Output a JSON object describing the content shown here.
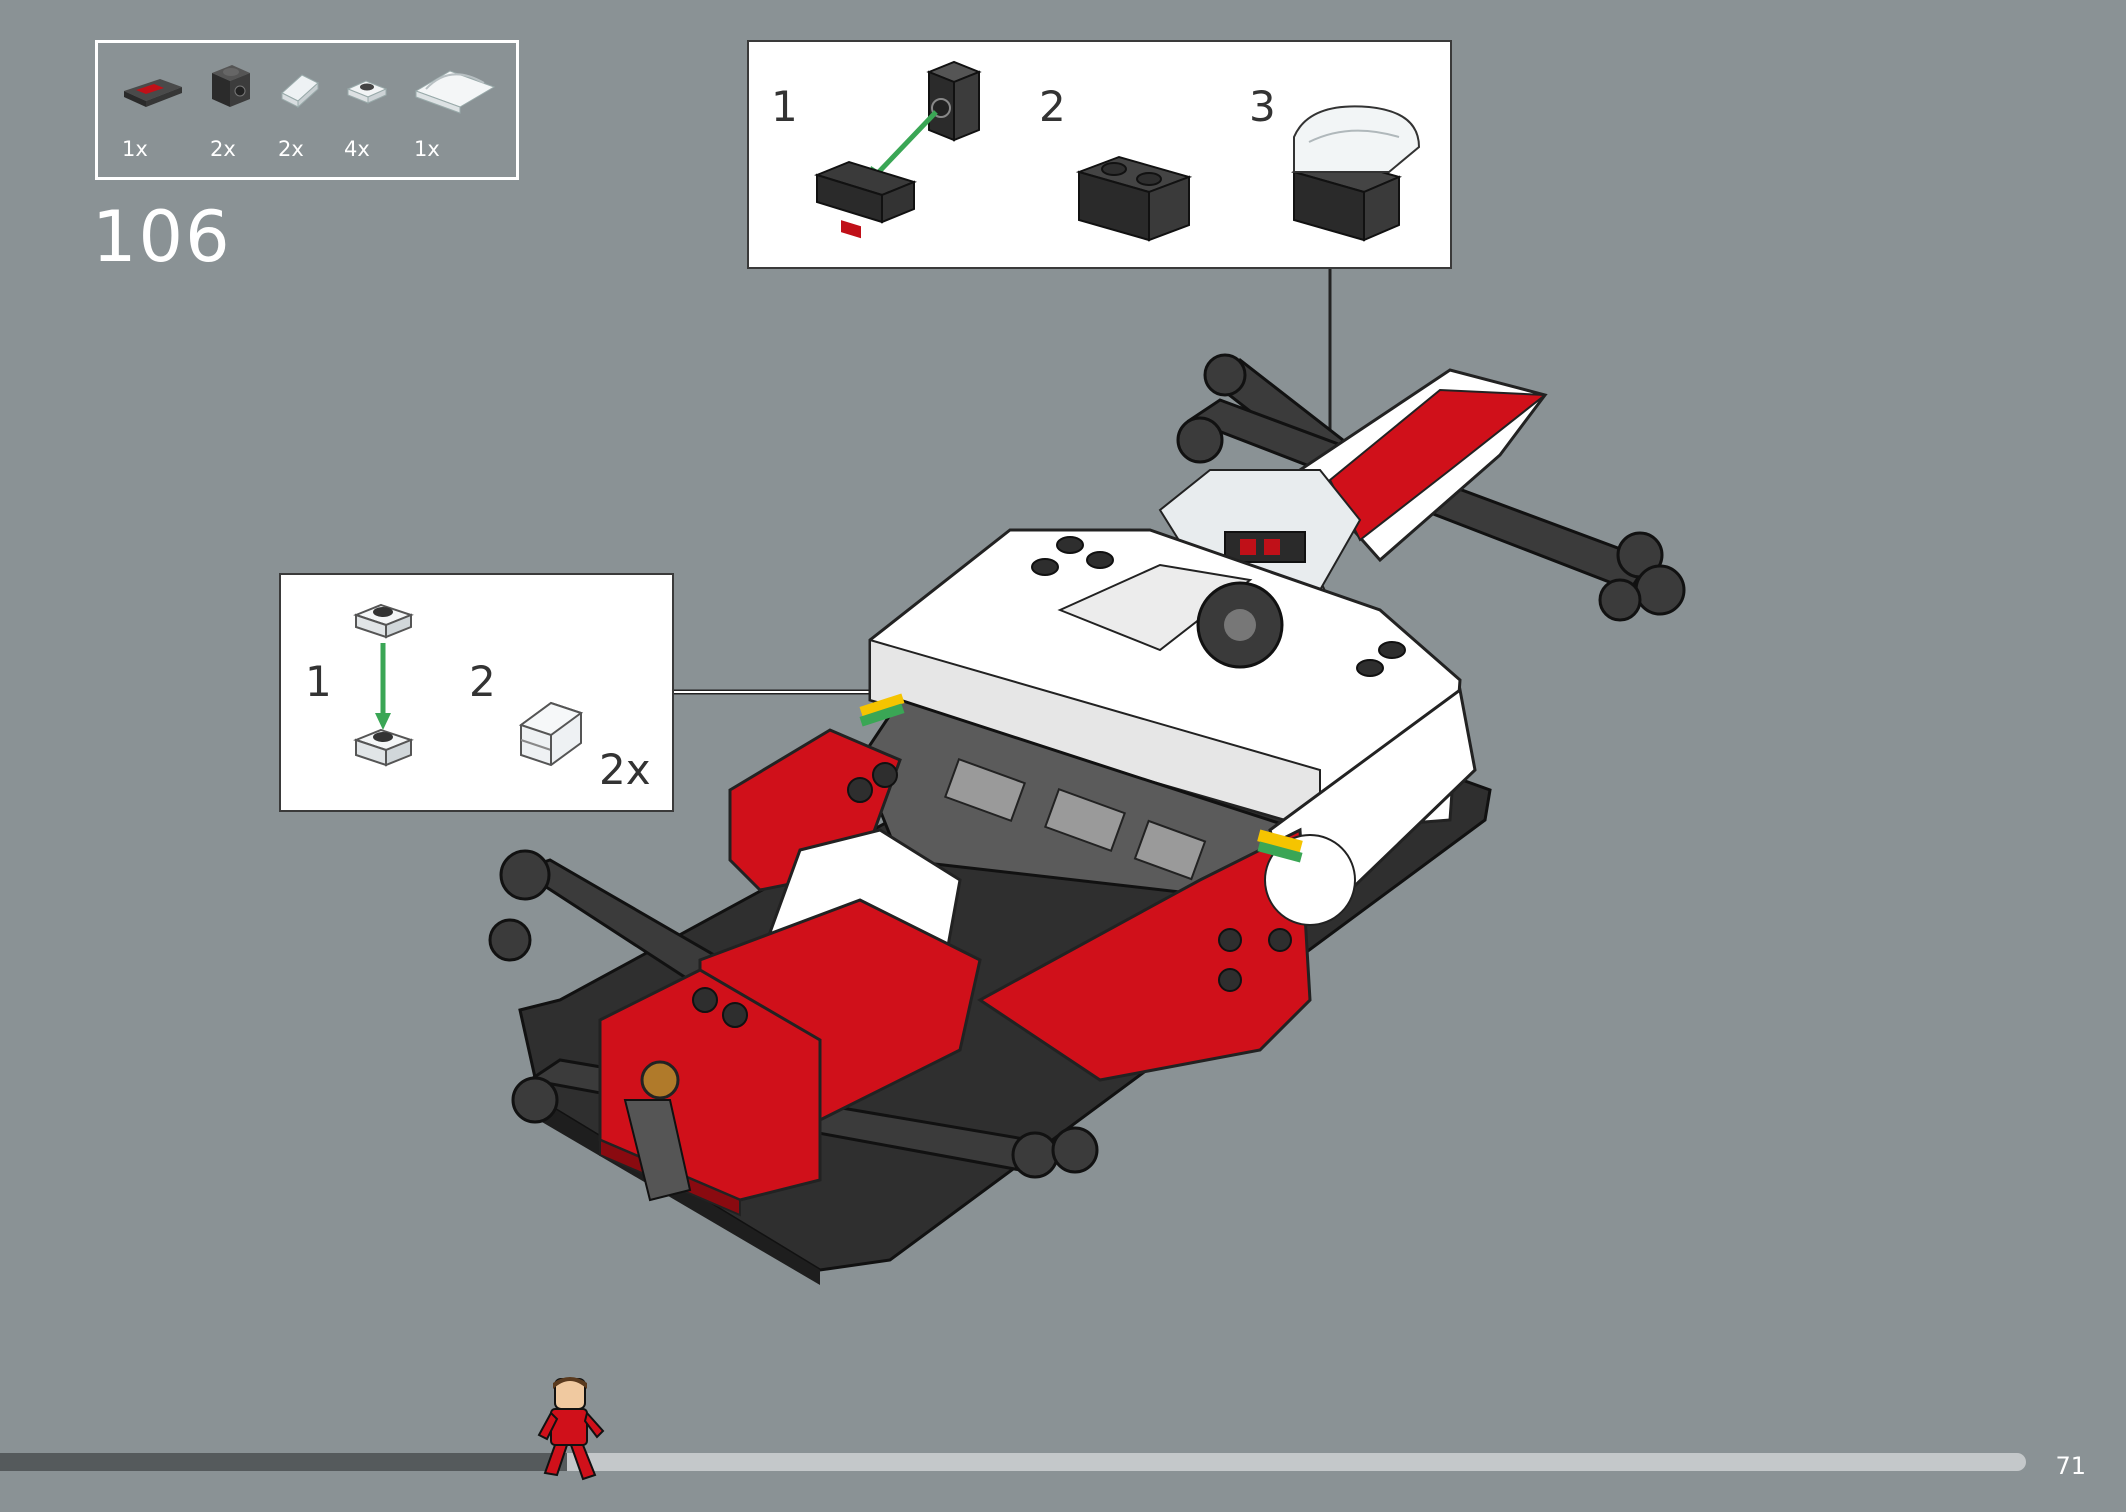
{
  "parts_list": [
    {
      "icon": "red-display-tile-icon",
      "qty": "1x"
    },
    {
      "icon": "black-round-brick-icon",
      "qty": "2x"
    },
    {
      "icon": "clear-slope-icon",
      "qty": "2x"
    },
    {
      "icon": "clear-round-plate-icon",
      "qty": "4x"
    },
    {
      "icon": "clear-windscreen-icon",
      "qty": "1x"
    }
  ],
  "step_number": "106",
  "subassembly_top": {
    "steps": [
      "1",
      "2",
      "3"
    ]
  },
  "subassembly_left": {
    "steps": [
      "1",
      "2"
    ],
    "multiplier": "2x"
  },
  "page_number": "71",
  "progress": {
    "fraction": 0.28
  },
  "colors": {
    "background": "#8a9295",
    "lego_red": "#d0101a",
    "lego_black": "#2e2e2e",
    "arrow_green": "#3aa655",
    "white": "#ffffff"
  }
}
